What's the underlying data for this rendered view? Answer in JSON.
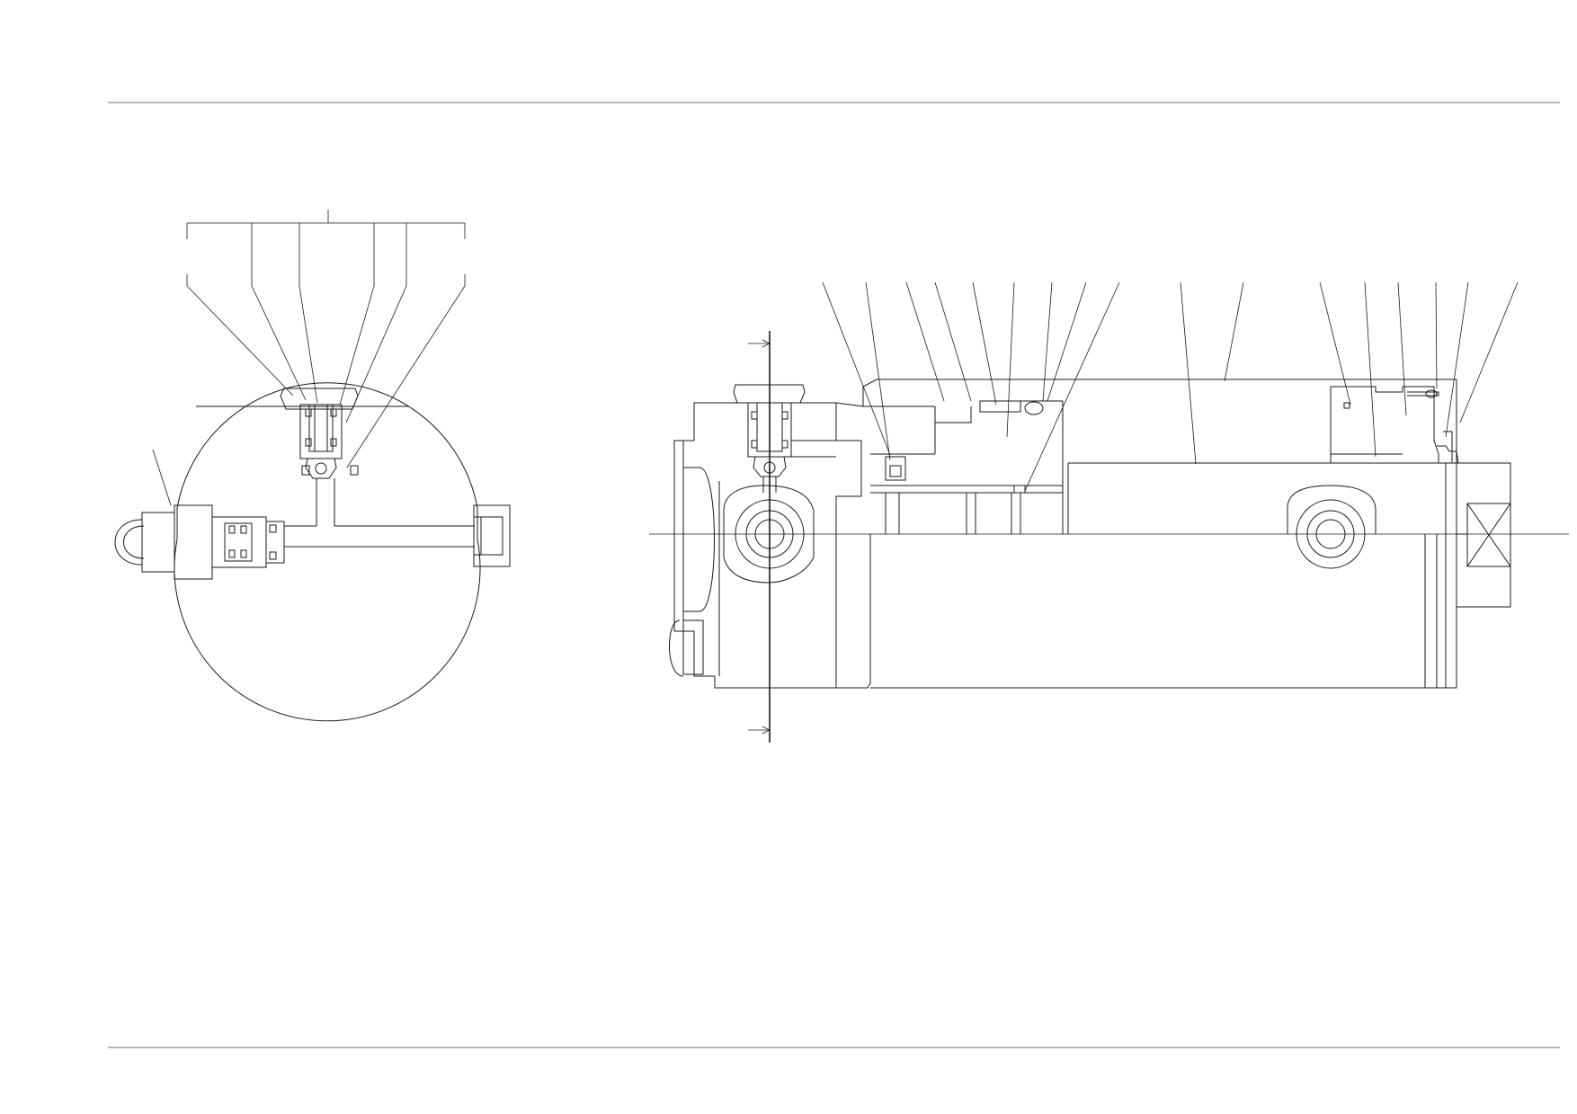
{
  "drawing": {
    "colors": {
      "ink": "#1a1a1a",
      "rule": "#8c8c8c",
      "paper": "#ffffff"
    },
    "views": [
      {
        "name": "end-section-view"
      },
      {
        "name": "side-section-view"
      }
    ],
    "section_marks": [
      {
        "name": "section-arrow-top"
      },
      {
        "name": "section-arrow-bottom"
      }
    ]
  }
}
